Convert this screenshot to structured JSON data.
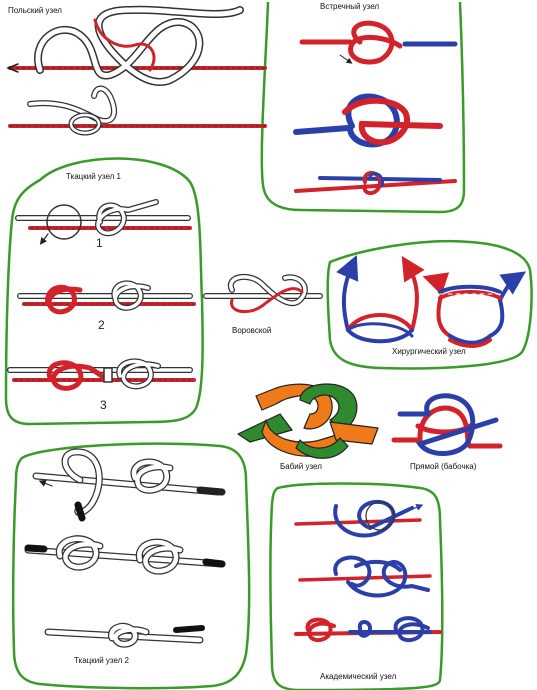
{
  "labels": {
    "polish": "Польский узел",
    "counter": "Встречный узел",
    "weaver1": "Ткацкий узел 1",
    "thief": "Воровской",
    "surgeon": "Хирургический узел",
    "granny": "Бабий узел",
    "reef": "Прямой (бабочка)",
    "weaver2": "Ткацкий узел 2",
    "academic": "Академический узел"
  },
  "steps": [
    "1",
    "2",
    "3"
  ],
  "colors": {
    "frame": "#3a9a2a",
    "red": "#d2232a",
    "blue": "#2b3fa8",
    "orange": "#f07a1a",
    "green": "#2f8a2f",
    "rope_outline": "#333333",
    "rope_fill": "#ffffff"
  }
}
